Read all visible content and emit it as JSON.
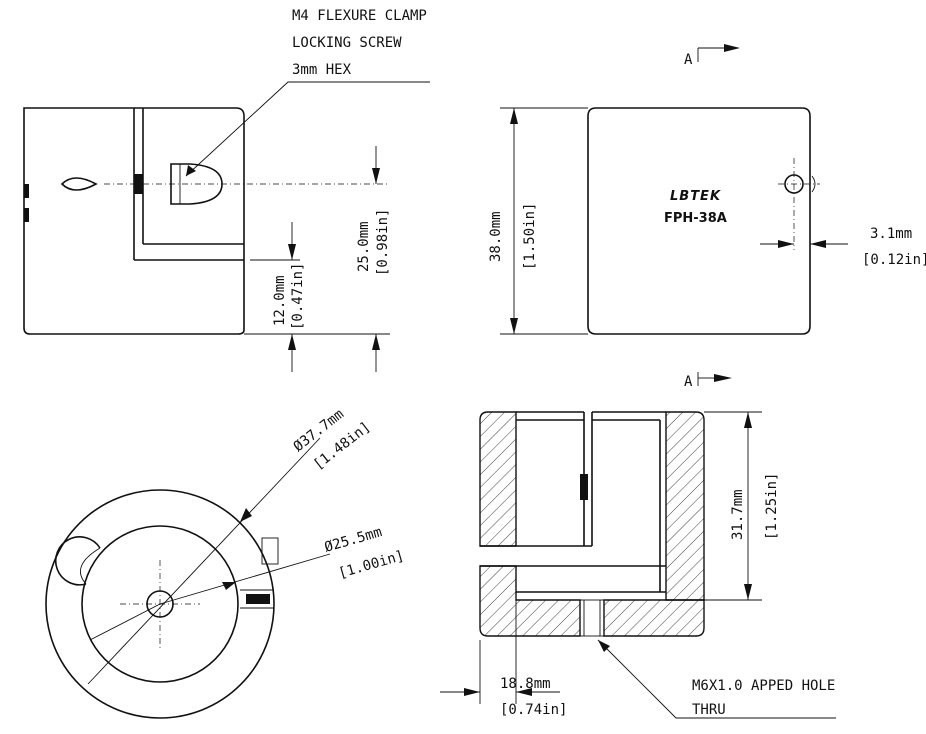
{
  "notes": {
    "clamp_line1": "M4 FLEXURE CLAMP",
    "clamp_line2": "LOCKING SCREW",
    "clamp_line3": "3mm HEX",
    "tap_line1": "M6X1.0 APPED HOLE",
    "tap_line2": "THRU",
    "section_a_top": "A",
    "section_a_bottom": "A"
  },
  "label": {
    "brand": "LBTEK",
    "model": "FPH-38A"
  },
  "dimensions": {
    "d12_mm": "12.0mm",
    "d12_in": "[0.47in]",
    "d25_mm": "25.0mm",
    "d25_in": "[0.98in]",
    "d38_mm": "38.0mm",
    "d38_in": "[1.50in]",
    "d31_mm": "3.1mm",
    "d31_in": "[0.12in]",
    "dia37_mm": "Ø37.7mm",
    "dia37_in": "[1.48in]",
    "dia25_mm": "Ø25.5mm",
    "dia25_in": "[1.00in]",
    "d317_mm": "31.7mm",
    "d317_in": "[1.25in]",
    "d188_mm": "18.8mm",
    "d188_in": "[0.74in]"
  },
  "colors": {
    "line": "#111111",
    "background": "#ffffff"
  }
}
